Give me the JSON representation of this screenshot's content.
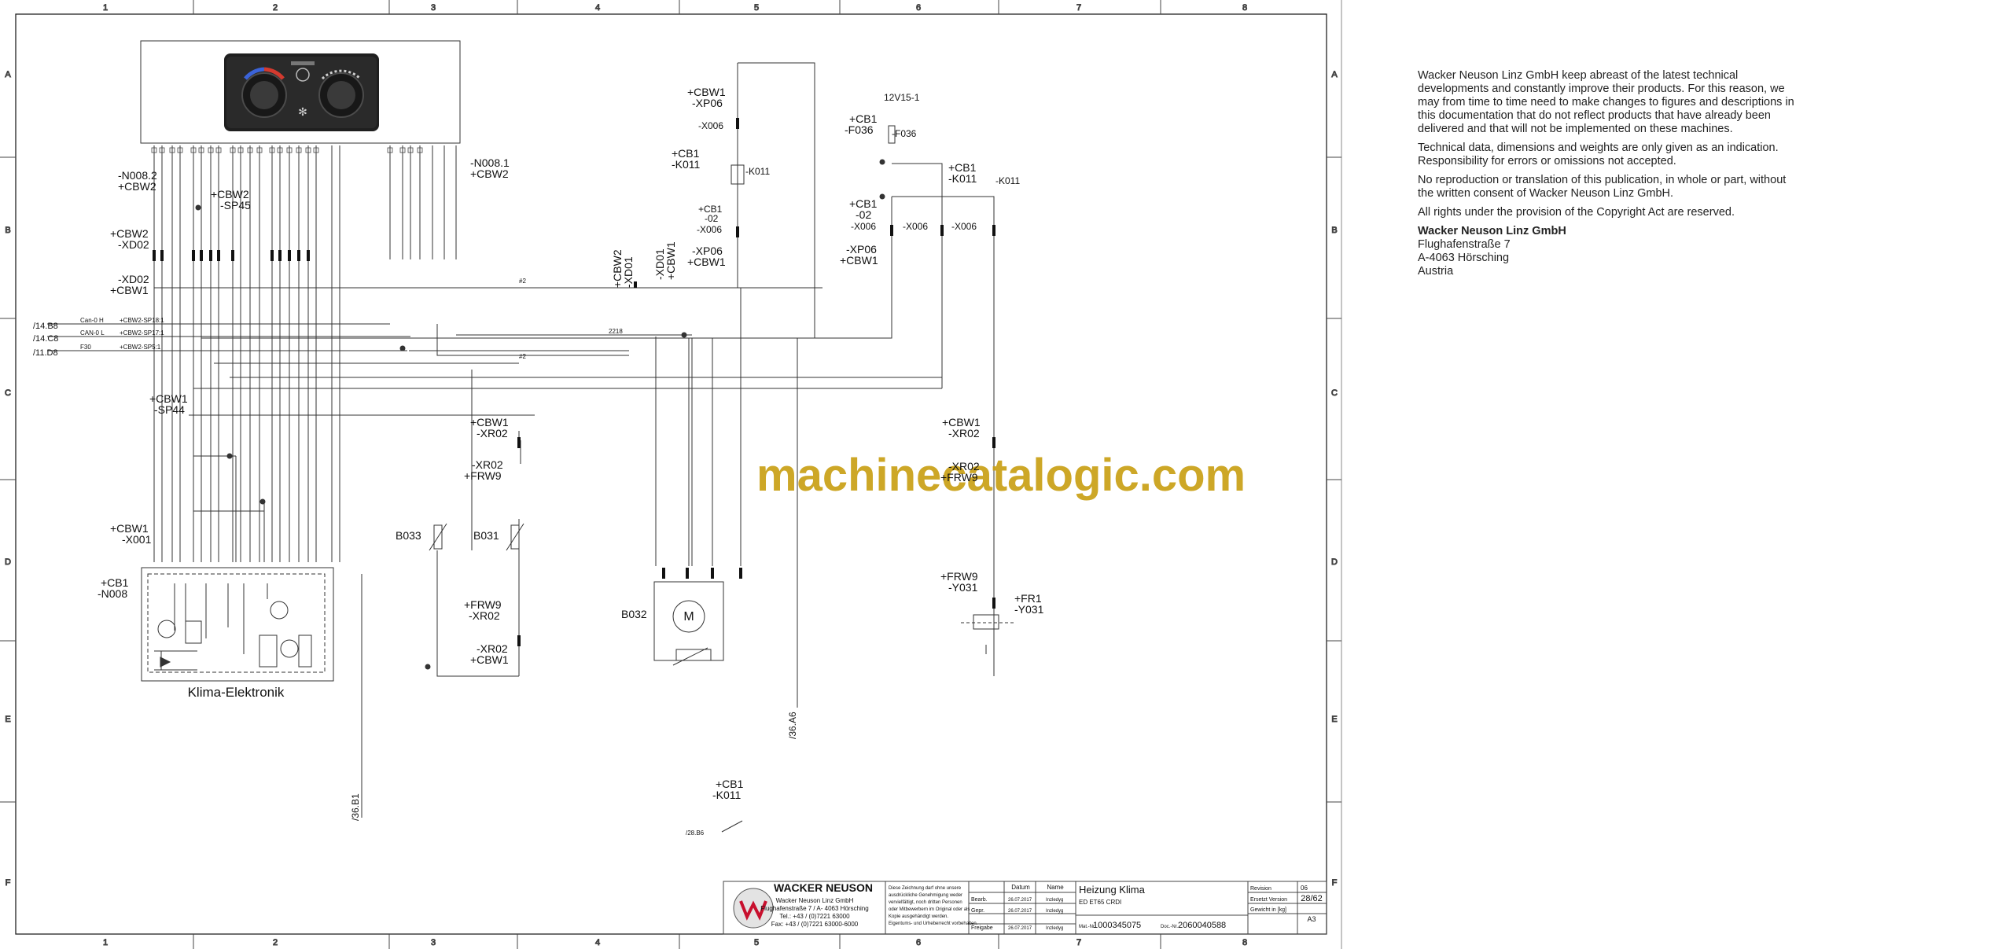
{
  "grid": {
    "columns": [
      "1",
      "2",
      "3",
      "4",
      "5",
      "6",
      "7",
      "8"
    ],
    "rows": [
      "A",
      "B",
      "C",
      "D",
      "E",
      "F"
    ]
  },
  "notes": {
    "para1": "Wacker Neuson Linz GmbH keep abreast of the latest technical developments and constantly improve their products. For this reason, we may from time to time need to make changes to figures and descriptions in this documentation that do not reflect products that have already been delivered and that will not be implemented on these machines.",
    "para2": "Technical data, dimensions and weights are only given as an indication. Responsibility for errors or omissions not accepted.",
    "para3": "No reproduction or translation of this publication, in whole or part, without the written consent of Wacker Neuson Linz GmbH.",
    "para4": "All rights under the provision of the Copyright Act are reserved.",
    "company": "Wacker Neuson Linz GmbH",
    "street": "Flughafenstraße 7",
    "city": "A-4063 Hörsching",
    "country": "Austria"
  },
  "watermark": "machinecatalogic.com",
  "labels": {
    "n0082": "-N008.2",
    "cbw2a": "+CBW2",
    "n0081": "-N008.1",
    "cbw2b": "+CBW2",
    "sp45a": "+CBW2",
    "sp45b": "-SP45",
    "cbw2xd02": "+CBW2",
    "xd02a": "-XD02",
    "xd02b": "-XD02",
    "cbw1xd02": "+CBW1",
    "ref1": "/14.B8",
    "ref2": "/14.C8",
    "ref3": "/11.D8",
    "can0h": "Can-0 H",
    "can0l": "CAN-0 L",
    "f30": "F30",
    "sp18": "+CBW2-SP18:1",
    "sp17": "+CBW2-SP17:1",
    "sp5": "+CBW2-SP5:1",
    "cbw1sp44": "+CBW1",
    "sp44": "-SP44",
    "cbw1x001": "+CBW1",
    "x001": "-X001",
    "cb1n008": "+CB1",
    "n008": "-N008",
    "klima": "Klima-Elektronik",
    "cbw2xd01": "+CBW2",
    "xd01a": "-XD01",
    "xd01b": "-XD01",
    "cbw1xd01": "+CBW1",
    "cbw1xp06": "+CBW1",
    "xp06": "-XP06",
    "x006a": "-X006",
    "cb1k011": "+CB1",
    "k011": "-K011",
    "k011b": "-K011",
    "cb102": "+CB1",
    "m02": "-02",
    "x006b": "-X006",
    "xp06b": "-XP06",
    "cbw1xp06b": "+CBW1",
    "v12": "12V15-1",
    "cb1f036": "+CB1",
    "f036": "-F036",
    "f036b": "-F036",
    "cb1k011r": "+CB1",
    "k011r": "-K011",
    "k011r2": "-K011",
    "cb102r": "+CB1",
    "m02r": "-02",
    "x006r": "-X006",
    "x006r2": "-X006",
    "x006r3": "-X006",
    "xp06r": "-XP06",
    "cbw1r": "+CBW1",
    "cbw1xr02": "+CBW1",
    "xr02": "-XR02",
    "xr02b": "-XR02",
    "frw9": "+FRW9",
    "b033": "B033",
    "b031": "B031",
    "frw9b": "+FRW9",
    "xr02c": "-XR02",
    "xr02d": "-XR02",
    "cbw1c": "+CBW1",
    "b032": "B032",
    "motor": "M",
    "cbw1r2": "+CBW1",
    "xr02r": "-XR02",
    "xr02r2": "-XR02",
    "frw9r": "+FRW9",
    "frw9y": "+FRW9",
    "y031": "-Y031",
    "fr1": "+FR1",
    "y031b": "-Y031",
    "ref361": "/36.B1",
    "ref36a6": "/36.A6",
    "cb1k011b": "+CB1",
    "k011bot": "-K011",
    "ref28b6": "/28.B6",
    "net2a": "#2",
    "net2b": "#2",
    "w2218": "2218"
  },
  "titleblock": {
    "brand": "WACKER NEUSON",
    "company": "Wacker Neuson Linz GmbH",
    "addr": "Flughafenstraße 7 / A- 4063 Hörsching",
    "tel": "Tel.: +43 / (0)7221 63000",
    "fax": "Fax: +43 / (0)7221 63000-6000",
    "notice1": "Diese Zeichnung darf ohne unsere",
    "notice2": "ausdrückliche Genehmigung weder",
    "notice3": "vervielfältigt, noch dritten Personen",
    "notice4": "oder Mitbewerbern im Original oder als",
    "notice5": "Kopie ausgehändigt werden.",
    "notice6": "Eigentums- und Urheberrecht vorbehalten.",
    "h_datum": "Datum",
    "h_name": "Name",
    "r1": "Bearb.",
    "r2": "Gepr.",
    "r3": "Freigabe",
    "d1": "26.07.2017",
    "d2": "26.07.2017",
    "d3": "26.07.2017",
    "n1": "Inzledyg",
    "n2": "Inzledyg",
    "n3": "Inzledyg",
    "title": "Heizung Klima",
    "subtitle": "ED ET65 CRDI",
    "matlabel": "Mat.-Nr.",
    "matnr": "1000345075",
    "doclabel": "Doc.-Nr.",
    "docnr": "2060040588",
    "revision": "Revision",
    "rev": "06",
    "ersetzt": "Ersetzt Version",
    "gewicht": "Gewicht in [kg]",
    "page": "28/62",
    "format": "A3"
  }
}
